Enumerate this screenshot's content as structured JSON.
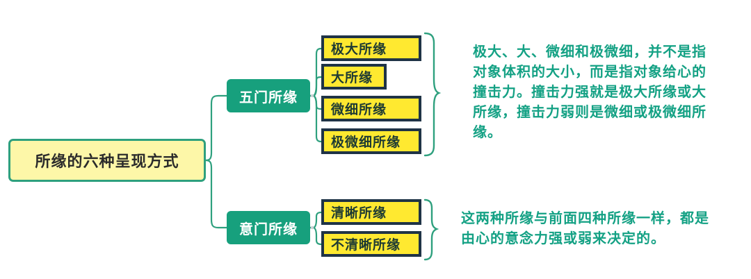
{
  "root": {
    "label": "所缘的六种呈现方式"
  },
  "branches": [
    {
      "label": "五门所缘",
      "children": [
        "极大所缘",
        "大所缘",
        "微细所缘",
        "极微细所缘"
      ],
      "note": "极大、大、微细和极微细，并不是指对象体积的大小，而是指对象给心的撞击力。撞击力强就是极大所缘或大所缘，撞击力弱则是微细或极微细所缘。"
    },
    {
      "label": "意门所缘",
      "children": [
        "清晰所缘",
        "不清晰所缘"
      ],
      "note": "这两种所缘与前面四种所缘一样，都是由心的意念力强或弱来决定的。"
    }
  ],
  "colors": {
    "connector": "#2ea07e",
    "brace": "#2ea07e",
    "root_fill": "#fdf7a8",
    "branch_fill": "#17a07d",
    "leaf_fill": "#ffe930",
    "leaf_border": "#1f3346",
    "note_text": "#14a184"
  }
}
